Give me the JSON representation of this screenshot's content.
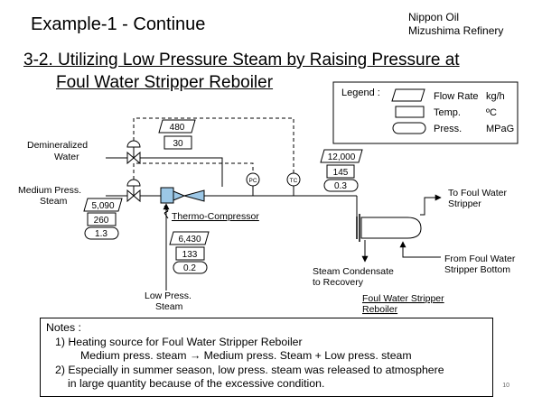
{
  "slide": {
    "title": "Example-1 - Continue",
    "company": [
      "Nippon Oil",
      "Mizushima Refinery"
    ],
    "heading": [
      "3-2. Utilizing Low Pressure Steam by Raising Pressure at",
      "Foul Water Stripper Reboiler"
    ],
    "page_number": "10"
  },
  "legend": {
    "title": "Legend :",
    "items": [
      {
        "shape": "parallelogram",
        "name": "Flow Rate",
        "unit": "kg/h"
      },
      {
        "shape": "rectangle",
        "name": "Temp.",
        "unit": "ºC"
      },
      {
        "shape": "rounded",
        "name": "Press.",
        "unit": "MPaG"
      }
    ]
  },
  "streams": {
    "demineralized_water": {
      "label": [
        "Demineralized",
        "Water"
      ],
      "flow": "480",
      "temp": "30"
    },
    "medium_press_steam": {
      "label": [
        "Medium Press.",
        "Steam"
      ],
      "flow": "5,090",
      "temp": "260",
      "press": "1.3"
    },
    "low_press_steam": {
      "label": [
        "Low Press.",
        "Steam"
      ],
      "flow": "6,430",
      "temp": "133",
      "press": "0.2"
    },
    "reboiler_feed": {
      "flow": "12,000",
      "temp": "145",
      "press": "0.3"
    }
  },
  "equipment": {
    "thermo_compressor": "Thermo-Compressor",
    "pc": "PC",
    "tc": "TC",
    "reboiler": [
      "Foul Water Stripper",
      "Reboiler"
    ],
    "to_stripper": [
      "To Foul Water",
      "Stripper"
    ],
    "from_stripper": [
      "From Foul Water",
      "Stripper Bottom"
    ],
    "condensate": [
      "Steam Condensate",
      "to Recovery"
    ]
  },
  "notes": {
    "title": "Notes :",
    "lines": [
      "1) Heating source for Foul Water Stripper Reboiler",
      "Medium press. steam  → Medium press. Steam + Low press. steam",
      "2) Especially in summer season, low press. steam was released to atmosphere",
      "in large quantity because of the excessive condition."
    ]
  }
}
